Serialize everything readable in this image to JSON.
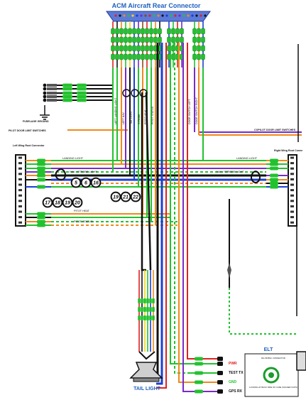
{
  "title": "ACM Aircraft Rear Connector",
  "colors": {
    "title": "#1f5fbf",
    "green": "#22c22e",
    "orange": "#f08a1a",
    "purple": "#7a2ac8",
    "blue": "#1a3fd6",
    "red": "#e0221f",
    "black": "#111111",
    "yellow": "#f2d21a",
    "brown": "#8a4b1a"
  },
  "labels": {
    "fuselage_ground": "FUSELAGE GROUND",
    "pilot_door": "PILOT DOOR LIMIT SWITCHES",
    "copilot_door": "COPILOT DOOR LIMIT SWITCHES",
    "left_wing": "Left Wing Root Connector",
    "right_wing": "Right Wing Root Conne",
    "landing_left": "LANDING LIGHT",
    "landing_right": "LANDING LIGHT",
    "nav_left": "NAV / STROBE LIGHT",
    "nav_right": "NAV / STROBE LIGHT",
    "pitot_heat": "PITOT HEAT",
    "pitot_status": "PITOT STATUS",
    "tail_light": "TAIL LIGHT",
    "elt": "ELT",
    "elt_connector": "RG-58 BNC CONNECTOR",
    "elt_location": "LOCKING AT BACK SIDE OF CASE (SOLDER CUPS)",
    "pwr": "PWR",
    "test_tx": "TEST TX",
    "gnd": "GND",
    "gps_rx": "GPS RX"
  },
  "circles_left": [
    "5",
    "6",
    "16"
  ],
  "circles_mid": [
    "17",
    "18",
    "19",
    "20"
  ],
  "circles_right": [
    "19",
    "21",
    "22"
  ],
  "vertical_labels": [
    "LEFT LANDING LIGHT",
    "LEFT NAV",
    "TAIL LIGHT",
    "STROBE",
    "PITOT HEAT",
    "PITOT STATUS",
    "DOOR SWITCH LEFT",
    "DOOR SWITCH RIGHT"
  ]
}
